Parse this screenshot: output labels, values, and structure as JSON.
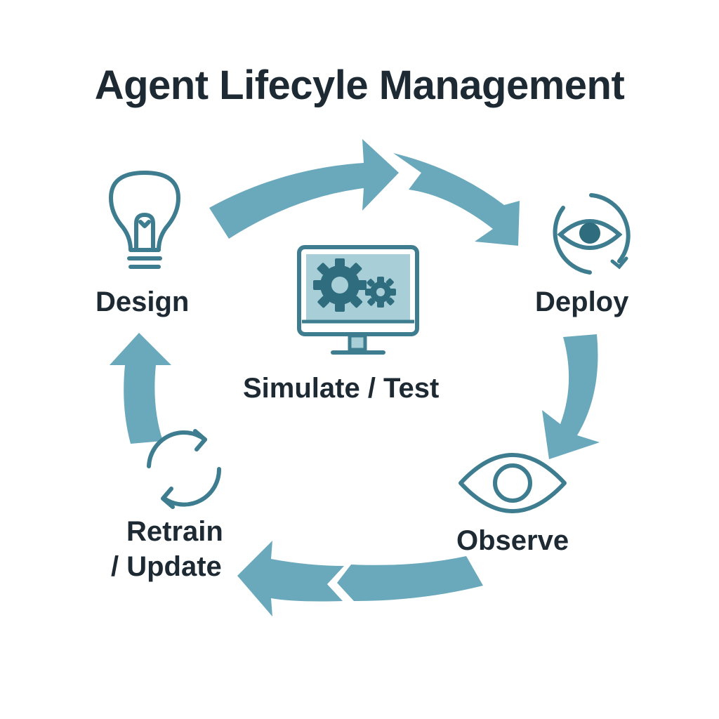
{
  "title": "Agent Lifecyle Management",
  "stages": {
    "design": "Design",
    "deploy": "Deploy",
    "simulate": "Simulate / Test",
    "observe": "Observe",
    "retrain_line1": "Retrain",
    "retrain_line2": "/ Update"
  },
  "colors": {
    "arrow": "#6aa9bc",
    "icon_stroke": "#3d7d8f",
    "icon_dark": "#2f6d7e",
    "screen_fill": "#a8cfd8",
    "text": "#1e2a33"
  },
  "icons": [
    "lightbulb-icon",
    "eye-cycle-icon",
    "monitor-gears-icon",
    "eye-icon",
    "refresh-icon"
  ]
}
